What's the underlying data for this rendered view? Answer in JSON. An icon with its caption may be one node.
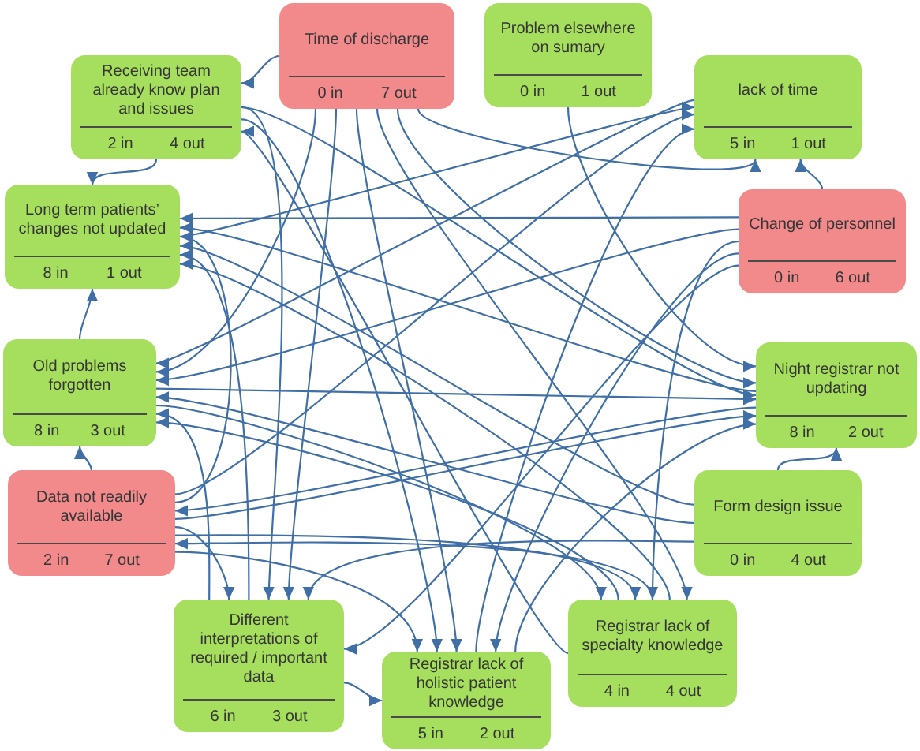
{
  "diagram": {
    "nodes": [
      {
        "text": [
          "Time of discharge",
          "0 in",
          "7 out"
        ]
      },
      {
        "text": [
          "Problem elsewhere on sumary",
          "0 in",
          "1 out"
        ]
      },
      {
        "text": [
          "Receiving team already know plan and issues",
          "2 in",
          "4 out"
        ]
      },
      {
        "text": [
          "lack of time",
          "5 in",
          "1 out"
        ]
      },
      {
        "text": [
          "Long term patients’ changes not updated",
          "8 in",
          "1 out"
        ]
      },
      {
        "text": [
          "Change of personnel",
          "0 in",
          "6 out"
        ]
      },
      {
        "text": [
          "Old problems forgotten",
          "8 in",
          "3 out"
        ]
      },
      {
        "text": [
          "Night registrar not updating",
          "8 in",
          "2 out"
        ]
      },
      {
        "text": [
          "Data not readily available",
          "2 in",
          "7 out"
        ]
      },
      {
        "text": [
          "Form design issue",
          "0 in",
          "4 out"
        ]
      },
      {
        "text": [
          "Different interpretations of required / important data",
          "6 in",
          "3 out"
        ]
      },
      {
        "text": [
          "Registrar lack of specialty knowledge",
          "4 in",
          "4 out"
        ]
      },
      {
        "text": [
          "Registrar lack of holistic patient knowledge",
          "5 in",
          "2 out"
        ]
      }
    ],
    "edges": [
      {
        "from": 0,
        "to": 2,
        "arrow": "to"
      },
      {
        "from": 0,
        "to": 3,
        "arrow": "to"
      },
      {
        "from": 0,
        "to": 6,
        "arrow": "to"
      },
      {
        "from": 0,
        "to": 10,
        "arrow": "to"
      },
      {
        "from": 0,
        "to": 12,
        "arrow": "to"
      },
      {
        "from": 0,
        "to": 7,
        "arrow": "to"
      },
      {
        "from": 0,
        "to": 11,
        "arrow": "to"
      },
      {
        "from": 1,
        "to": 7,
        "arrow": "to"
      },
      {
        "from": 2,
        "to": 10,
        "arrow": "to"
      },
      {
        "from": 2,
        "to": 12,
        "arrow": "to"
      },
      {
        "from": 2,
        "to": 7,
        "arrow": "to"
      },
      {
        "from": 2,
        "to": 4,
        "arrow": "to"
      },
      {
        "from": 3,
        "to": 6,
        "arrow": "to"
      },
      {
        "from": 4,
        "to": 3,
        "arrow": "to"
      },
      {
        "from": 5,
        "to": 3,
        "arrow": "to"
      },
      {
        "from": 5,
        "to": 4,
        "arrow": "to"
      },
      {
        "from": 5,
        "to": 6,
        "arrow": "to"
      },
      {
        "from": 5,
        "to": 10,
        "arrow": "to"
      },
      {
        "from": 5,
        "to": 12,
        "arrow": "to"
      },
      {
        "from": 5,
        "to": 11,
        "arrow": "to"
      },
      {
        "from": 6,
        "to": 4,
        "arrow": "to"
      },
      {
        "from": 6,
        "to": 7,
        "arrow": "to"
      },
      {
        "from": 6,
        "to": 11,
        "arrow": "to"
      },
      {
        "from": 7,
        "to": 4,
        "arrow": "to"
      },
      {
        "from": 7,
        "to": 8,
        "arrow": "to"
      },
      {
        "from": 8,
        "to": 6,
        "arrow": "to"
      },
      {
        "from": 8,
        "to": 10,
        "arrow": "to"
      },
      {
        "from": 8,
        "to": 12,
        "arrow": "to"
      },
      {
        "from": 8,
        "to": 11,
        "arrow": "to"
      },
      {
        "from": 8,
        "to": 7,
        "arrow": "to"
      },
      {
        "from": 8,
        "to": 4,
        "arrow": "to"
      },
      {
        "from": 8,
        "to": 3,
        "arrow": "to"
      },
      {
        "from": 9,
        "to": 7,
        "arrow": "to"
      },
      {
        "from": 9,
        "to": 10,
        "arrow": "to"
      },
      {
        "from": 9,
        "to": 6,
        "arrow": "to"
      },
      {
        "from": 9,
        "to": 4,
        "arrow": "to"
      },
      {
        "from": 10,
        "to": 12,
        "arrow": "to"
      },
      {
        "from": 10,
        "to": 4,
        "arrow": "to"
      },
      {
        "from": 10,
        "to": 6,
        "arrow": "to"
      },
      {
        "from": 11,
        "to": 4,
        "arrow": "to"
      },
      {
        "from": 11,
        "to": 6,
        "arrow": "to"
      },
      {
        "from": 11,
        "to": 2,
        "arrow": "to"
      },
      {
        "from": 11,
        "to": 8,
        "arrow": "to"
      },
      {
        "from": 12,
        "to": 3,
        "arrow": "to"
      },
      {
        "from": 12,
        "to": 7,
        "arrow": "to"
      }
    ]
  }
}
